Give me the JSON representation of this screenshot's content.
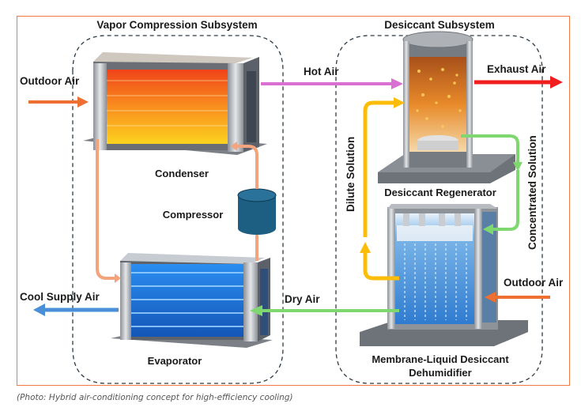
{
  "diagram": {
    "title": "Hybrid air-conditioning concept",
    "subsystems": {
      "vapor": {
        "label": "Vapor Compression Subsystem"
      },
      "desiccant": {
        "label": "Desiccant Subsystem"
      }
    },
    "components": {
      "condenser": {
        "label": "Condenser"
      },
      "compressor": {
        "label": "Compressor"
      },
      "evaporator": {
        "label": "Evaporator"
      },
      "regenerator": {
        "label": "Desiccant Regenerator"
      },
      "dehumidifier": {
        "label_line1": "Membrane-Liquid Desiccant",
        "label_line2": "Dehumidifier"
      }
    },
    "flows": {
      "outdoor_air_left": {
        "label": "Outdoor Air",
        "color": "#ed7032"
      },
      "hot_air": {
        "label": "Hot Air",
        "color": "#d96fd0"
      },
      "exhaust_air": {
        "label": "Exhaust Air",
        "color": "#f01e1e"
      },
      "cool_supply_air": {
        "label": "Cool Supply Air",
        "color": "#4a90d9"
      },
      "dry_air": {
        "label": "Dry Air",
        "color": "#7fd86f"
      },
      "outdoor_air_right": {
        "label": "Outdoor Air",
        "color": "#ed7032"
      },
      "dilute_solution": {
        "label": "Dilute Solution",
        "color": "#fbbd0a"
      },
      "concentrated_solution": {
        "label": "Concentrated Solution",
        "color": "#7fd86f"
      },
      "refrigerant": {
        "color": "#f3a47d"
      }
    },
    "colors": {
      "frame": "#ef7a45",
      "compressor": "#1d5f82",
      "condenser_hot": "#f45a1e",
      "condenser_warm": "#fbc91a",
      "evaporator": "#1e78e0",
      "dehumidifier": "#4f94d9",
      "metal": "#a6a9ae"
    }
  },
  "caption": "(Photo: Hybrid air-conditioning concept for high-efficiency cooling)"
}
